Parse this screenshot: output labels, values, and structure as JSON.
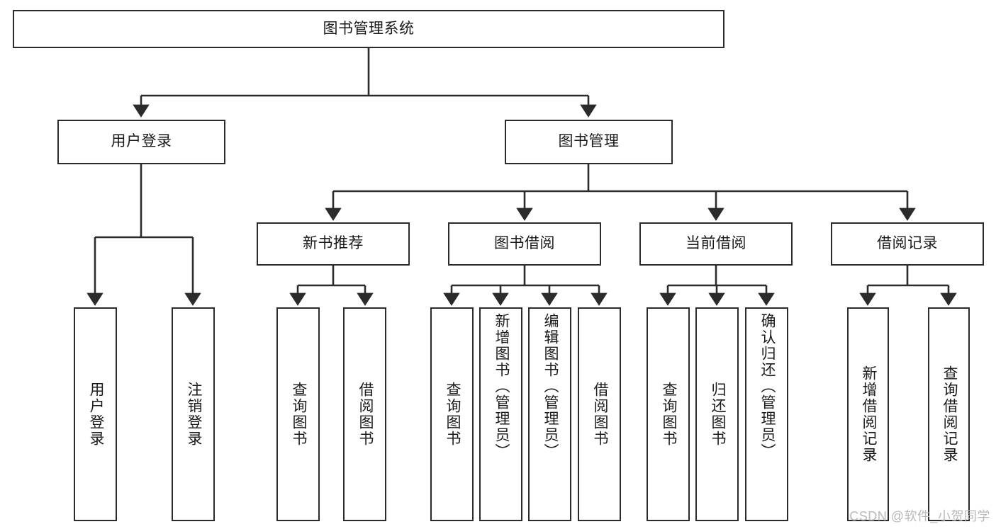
{
  "diagram": {
    "title": "图书管理系统",
    "type": "tree",
    "watermark": "CSDN @软件_小贺同学",
    "colors": {
      "stroke": "#2b2b2b",
      "fill": "#ffffff",
      "text": "#1a1a1a",
      "watermark": "#b9b9b9"
    },
    "nodes": {
      "root": {
        "label": "图书管理系统"
      },
      "level2": [
        {
          "label": "用户登录"
        },
        {
          "label": "图书管理"
        }
      ],
      "level3": [
        {
          "label": "新书推荐"
        },
        {
          "label": "图书借阅"
        },
        {
          "label": "当前借阅"
        },
        {
          "label": "借阅记录"
        }
      ],
      "leaves": {
        "user_login": [
          {
            "label": "用户登录"
          },
          {
            "label": "注销登录"
          }
        ],
        "new_book": [
          {
            "label": "查询图书"
          },
          {
            "label": "借阅图书"
          }
        ],
        "book_borrow": [
          {
            "label": "查询图书"
          },
          {
            "label": "新增图书（管理员）"
          },
          {
            "label": "编辑图书（管理员）"
          },
          {
            "label": "借阅图书"
          }
        ],
        "current_borrow": [
          {
            "label": "查询图书"
          },
          {
            "label": "归还图书"
          },
          {
            "label": "确认归还（管理员）"
          }
        ],
        "borrow_record": [
          {
            "label": "新增借阅记录"
          },
          {
            "label": "查询借阅记录"
          }
        ]
      }
    }
  }
}
